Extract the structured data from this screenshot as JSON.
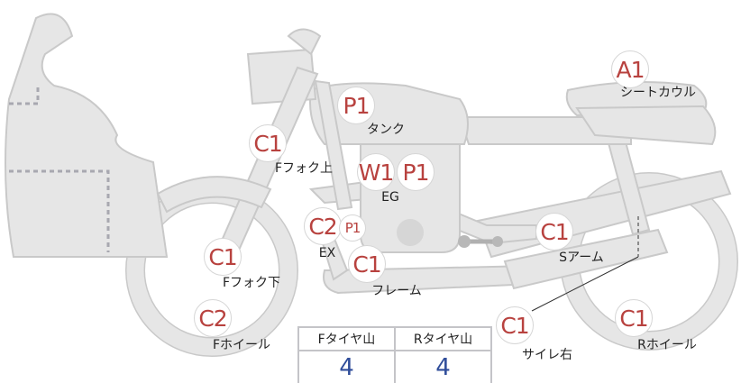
{
  "colors": {
    "mark_text": "#b8423f",
    "value_text": "#2f4d9a",
    "body_fill": "#e6e6e6",
    "body_stroke": "#c9c9c9"
  },
  "parts": [
    {
      "code": "A1",
      "label": "シートカウル"
    },
    {
      "code": "P1",
      "label": "タンク"
    },
    {
      "code": "C1",
      "label": "Fフォク上"
    },
    {
      "code": "W1",
      "code2": "P1",
      "label": "EG"
    },
    {
      "code": "C2",
      "code2": "P1",
      "label": "EX"
    },
    {
      "code": "C1",
      "label": "フレーム"
    },
    {
      "code": "C1",
      "label": "Sアーム"
    },
    {
      "code": "C1",
      "label": "Fフォク下"
    },
    {
      "code": "C2",
      "label": "Fホイール"
    },
    {
      "code": "C1",
      "label": "サイレ右"
    },
    {
      "code": "C1",
      "label": "Rホイール"
    }
  ],
  "tread_table": {
    "headers": [
      "Fタイヤ山",
      "Rタイヤ山"
    ],
    "values": [
      "4",
      "4"
    ]
  }
}
